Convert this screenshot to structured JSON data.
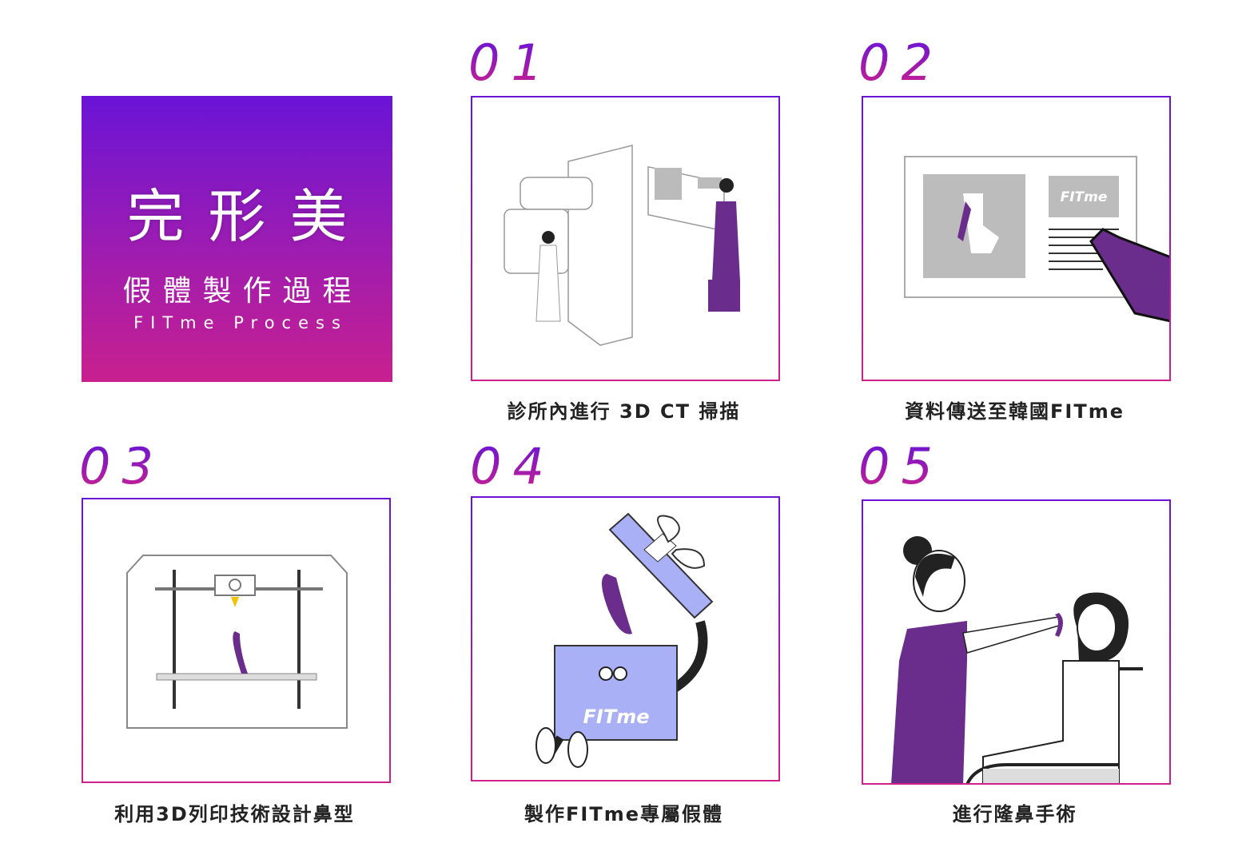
{
  "hero": {
    "brand": "完形美",
    "subtitle": "假體製作過程",
    "english": "FITme Process"
  },
  "steps": [
    {
      "number": "01",
      "caption": "診所內進行 3D CT 掃描",
      "illustration": "ct-scan-illustration"
    },
    {
      "number": "02",
      "caption": "資料傳送至韓國FITme",
      "illustration": "data-transfer-illustration"
    },
    {
      "number": "03",
      "caption": "利用3D列印技術設計鼻型",
      "illustration": "3d-printer-illustration"
    },
    {
      "number": "04",
      "caption": "製作FITme專屬假體",
      "illustration": "implant-gift-illustration"
    },
    {
      "number": "05",
      "caption": "進行隆鼻手術",
      "illustration": "surgery-illustration"
    }
  ],
  "logo_text": "FITme",
  "colors": {
    "gradient_top": "#6a14d6",
    "gradient_bottom": "#c8208e",
    "illustration_purple": "#6b2d8c",
    "lavender": "#aab0f5"
  }
}
